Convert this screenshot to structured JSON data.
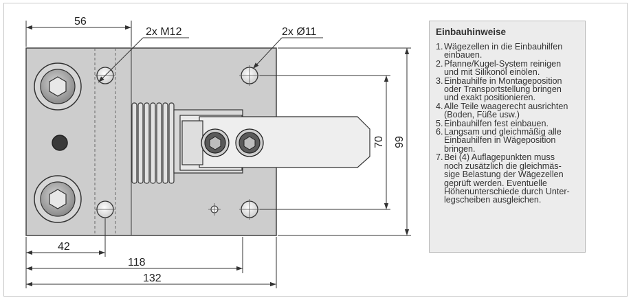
{
  "dimensions": {
    "top_width": "56",
    "thread_callout": "2x M12",
    "hole_callout": "2x Ø11",
    "hole_spacing_left": "42",
    "hole_spacing_total": "118",
    "overall_width": "132",
    "hole_spacing_vertical": "70",
    "overall_height": "99"
  },
  "notes": {
    "title": "Einbauhinweise",
    "items": [
      {
        "num": "1.",
        "text": [
          "Wägezellen in die Einbauhilfen",
          "einbauen."
        ]
      },
      {
        "num": "2.",
        "text": [
          "Pfanne/Kugel-System reinigen",
          "und mit Silikonöl einölen."
        ]
      },
      {
        "num": "3.",
        "text": [
          "Einbauhilfe in Montageposition",
          "oder Transportstellung bringen",
          "und exakt positionieren."
        ]
      },
      {
        "num": "4.",
        "text": [
          "Alle Teile waagerecht ausrichten",
          "(Boden, Füße usw.)"
        ]
      },
      {
        "num": "5.",
        "text": [
          "Einbauhilfen fest einbauen."
        ]
      },
      {
        "num": "6.",
        "text": [
          "Langsam und gleichmäßig alle",
          "Einbauhilfen in Wägeposition",
          "bringen."
        ]
      },
      {
        "num": "7.",
        "text": [
          "Bei (4) Auflagepunkten muss",
          "noch zusätzlich die gleichmäs-",
          "sige Belastung der Wägezellen",
          "geprüft werden. Eventuelle",
          "Höhenunterschiede durch Unter-",
          "legscheiben ausgleichen."
        ]
      }
    ]
  }
}
